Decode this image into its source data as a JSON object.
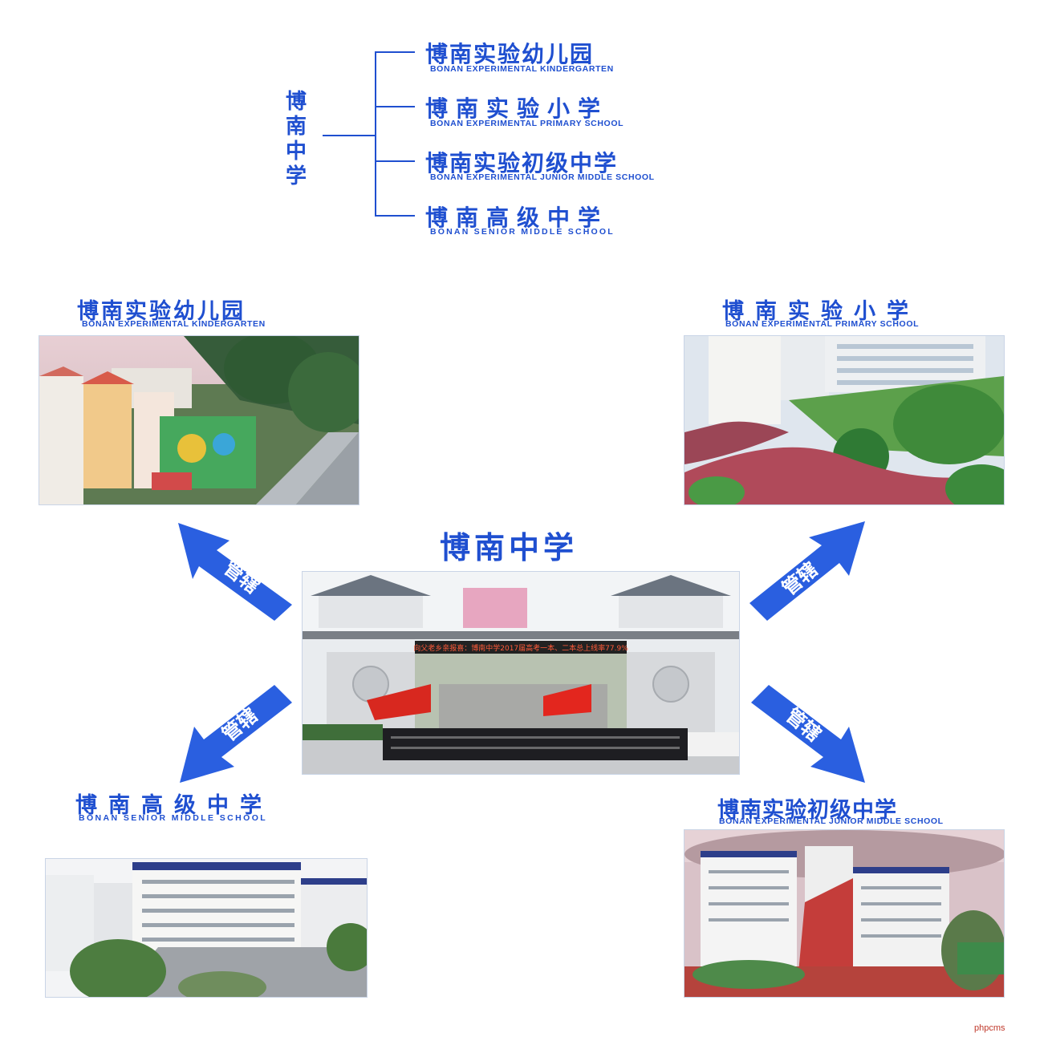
{
  "tree": {
    "root": "博南中学",
    "nodes": [
      {
        "cn": "博南实验幼儿园",
        "en": "BONAN EXPERIMENTAL KINDERGARTEN"
      },
      {
        "cn": "博南实验小学",
        "en": "BONAN EXPERIMENTAL PRIMARY SCHOOL"
      },
      {
        "cn": "博南实验初级中学",
        "en": "BONAN EXPERIMENTAL JUNIOR MIDDLE SCHOOL"
      },
      {
        "cn": "博南高级中学",
        "en": "BONAN SENIOR MIDDLE SCHOOL"
      }
    ]
  },
  "center": {
    "title": "博南中学",
    "banner": "向父老乡亲报喜：博南中学2017届高考一本、二本总上线率77.9%"
  },
  "arrow_label": "管辖",
  "schools": {
    "kindergarten": {
      "cn": "博南实验幼儿园",
      "en": "BONAN EXPERIMENTAL KINDERGARTEN"
    },
    "primary": {
      "cn": "博南实验小学",
      "en": "BONAN EXPERIMENTAL PRIMARY SCHOOL"
    },
    "senior": {
      "cn": "博南高级中学",
      "en": "BONAN SENIOR MIDDLE SCHOOL"
    },
    "junior": {
      "cn": "博南实验初级中学",
      "en": "BONAN EXPERIMENTAL JUNIOR MIDDLE SCHOOL"
    }
  },
  "watermark": "phpcms",
  "colors": {
    "accent": "#1f4fd0",
    "arrow": "#2a5fe0"
  }
}
